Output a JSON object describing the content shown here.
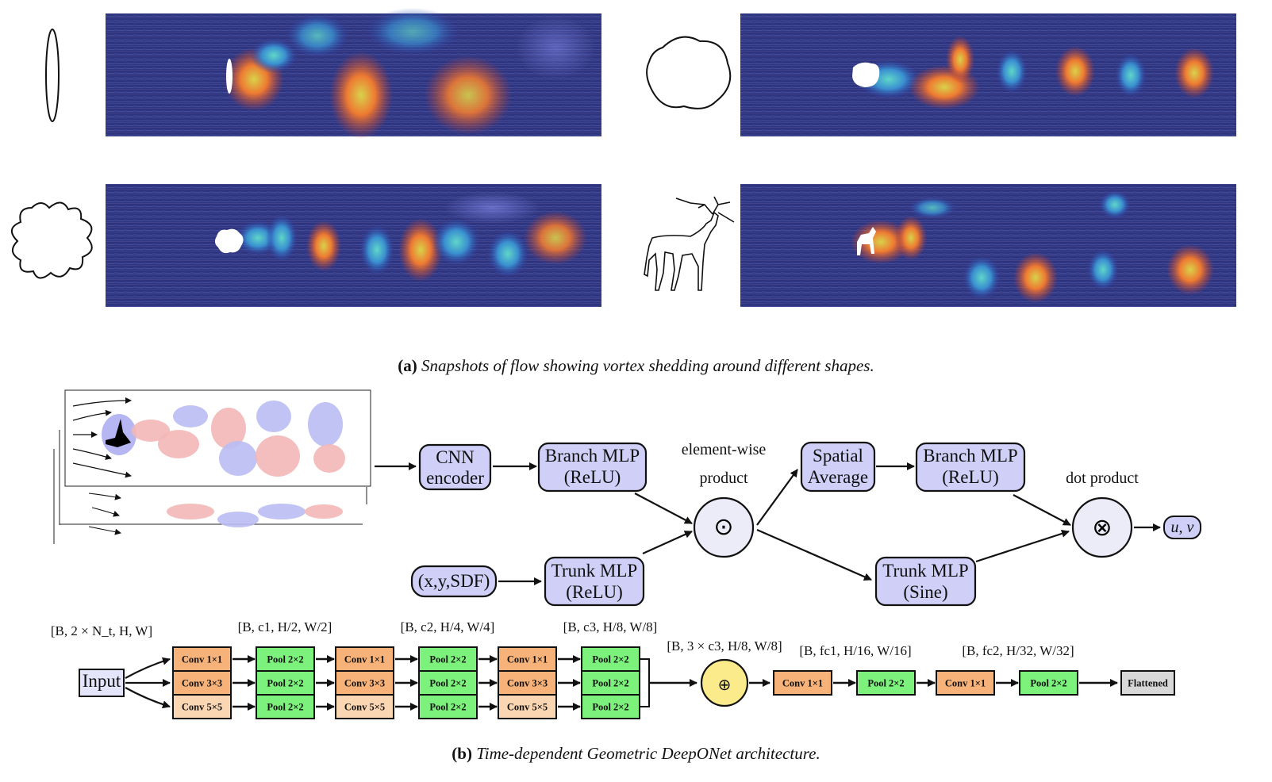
{
  "captions": {
    "a_tag": "(a)",
    "a_text": "Snapshots of flow showing vortex shedding around different shapes.",
    "b_tag": "(b)",
    "b_text": "Time-dependent Geometric DeepONet architecture."
  },
  "deeponet": {
    "cnn_encoder": [
      "CNN",
      "encoder"
    ],
    "branch_mlp_1": [
      "Branch MLP",
      "(ReLU)"
    ],
    "trunk_input": "(x,y,SDF)",
    "trunk_mlp_1": [
      "Trunk MLP",
      "(ReLU)"
    ],
    "elementwise_label": [
      "element-wise",
      "product"
    ],
    "elementwise_symbol": "⊙",
    "spatial_average": [
      "Spatial",
      "Average"
    ],
    "branch_mlp_2": [
      "Branch MLP",
      "(ReLU)"
    ],
    "trunk_mlp_2": [
      "Trunk MLP",
      "(Sine)"
    ],
    "dot_product_label": "dot product",
    "dot_symbol": "⊗",
    "output": "u, v"
  },
  "encoder": {
    "input_label": "Input",
    "input_dim": "[B, 2 × N_t, H, W]",
    "stage_dims": [
      "[B, c1, H/2, W/2]",
      "[B, c2, H/4, W/4]",
      "[B, c3, H/8, W/8]"
    ],
    "conv_labels": [
      "Conv 1×1",
      "Conv 3×3",
      "Conv 5×5"
    ],
    "pool_label": "Pool 2×2",
    "concat_dim": "[B, 3 × c3, H/8, W/8]",
    "concat_symbol": "⊕",
    "tail": [
      {
        "label": "Conv 1×1",
        "kind": "conv"
      },
      {
        "label": "Pool 2×2",
        "kind": "pool",
        "dim": "[B, fc1, H/16, W/16]"
      },
      {
        "label": "Conv 1×1",
        "kind": "conv"
      },
      {
        "label": "Pool 2×2",
        "kind": "pool",
        "dim": "[B, fc2, H/32, W/32]"
      }
    ],
    "flattened_label": "Flattened"
  },
  "colors": {
    "mlp_fill": "#cfcff7",
    "conv_dark": "#f7b27a",
    "conv_light": "#fad6b3",
    "pool": "#7cf27c",
    "concat": "#fbeb8a",
    "flattened": "#d8d8d8",
    "flow_bg": "#2e3580",
    "vortex_red": "#e5522a",
    "vortex_cyan": "#3fc0c8"
  },
  "icons": [
    "ellipse-shape-icon",
    "blob-shape-icon",
    "wavy-shape-icon",
    "deer-shape-icon",
    "flow-input-icon"
  ]
}
